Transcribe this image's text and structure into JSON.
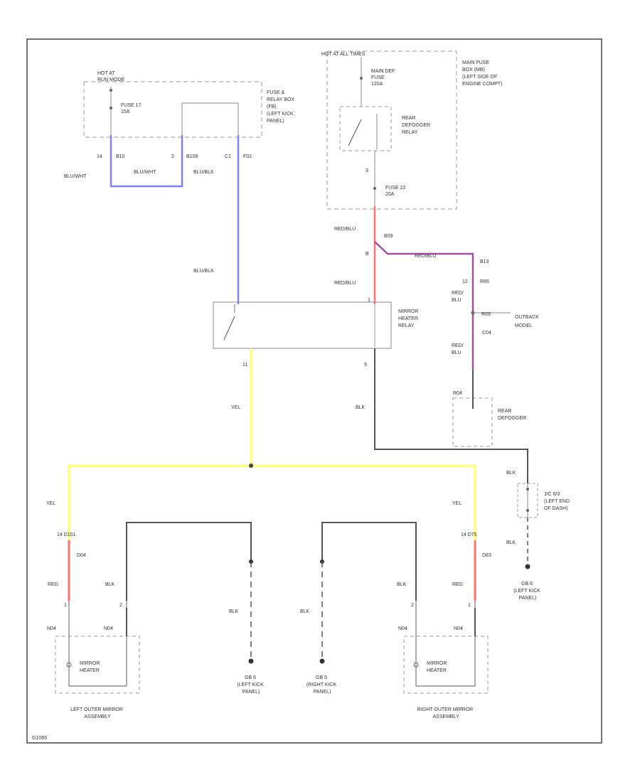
{
  "labels": {
    "hot_at_run": [
      "HOT AT",
      "RUN MODE"
    ],
    "fuse17": [
      "FUSE 17",
      "15A"
    ],
    "fuse_relay_box": [
      "FUSE &",
      "RELAY BOX",
      "(FB)",
      "(LEFT KICK",
      "PANEL)"
    ],
    "pin_14_b10": [
      "14",
      "B10"
    ],
    "pin_2_b108": [
      "2",
      "B108"
    ],
    "pin_c1_f02": [
      "C1",
      "F02"
    ],
    "wire_blu_wht_1": "BLU/WHT",
    "wire_blu_wht_2": "BLU/WHT",
    "wire_blu_blk_1": "BLU/BLK",
    "wire_blu_blk_2": "BLU/BLK",
    "hot_at_all_times": "HOT AT ALL TIMES",
    "main_def_fuse": [
      "MAIN DEF",
      "FUSE",
      "120A"
    ],
    "rear_defogger_relay": [
      "REAR",
      "DEFOGGER",
      "RELAY"
    ],
    "fuse22": [
      "FUSE 22",
      "20A"
    ],
    "main_fuse_box": [
      "MAIN FUSE",
      "BOX (MB)",
      "(LEFT SIDE OF",
      "ENGINE COMPT)"
    ],
    "pin_3": "3",
    "wire_red_blu_1": "RED/BLU",
    "wire_red_blu_2": "RED/BLU",
    "wire_red_blu_3": "RED/BLU",
    "wire_red_blu_4": [
      "RED/",
      "BLU"
    ],
    "wire_red_blu_5": [
      "RED/",
      "BLU"
    ],
    "conn_b09": "B09",
    "conn_b": "B",
    "conn_b13": "B13",
    "conn_b_r86": [
      "12",
      "R86"
    ],
    "conn_r09": "R09",
    "conn_c04": "C04",
    "outback_model": [
      "OUTBACK",
      "MODEL"
    ],
    "mirror_heater_relay": [
      "MIRROR",
      "HEATER",
      "RELAY"
    ],
    "pin_11": "11",
    "pin_5": "5",
    "wire_yel_1": "YEL",
    "wire_blk_1": "BLK",
    "rear_defogger": [
      "REAR",
      "DEFOGGER"
    ],
    "conn_r04": "R04",
    "wire_yel_left": "YEL",
    "wire_yel_right": "YEL",
    "conn_left_14": "14 D101",
    "conn_d04": "D04",
    "wire_red_left": "RED",
    "wire_blk_left": "BLK",
    "conn_right_14": "14 D75",
    "conn_d83": "D83",
    "wire_red_right": "RED",
    "wire_blk_right": "BLK",
    "wire_blk_center_1": "BLK",
    "wire_blk_center_2": "BLK",
    "joint_connector": [
      "J/C 6/3",
      "(LEFT END",
      "OF DASH)"
    ],
    "wire_blk_jc1": "BLK",
    "wire_blk_jc2": "BLK",
    "ground_left_kick_1": [
      "GB 6",
      "(LEFT KICK",
      "PANEL)"
    ],
    "ground_left_kick_2": [
      "GB 6",
      "(LEFT KICK",
      "PANEL)"
    ],
    "ground_right_kick": [
      "GB 5",
      "(RIGHT KICK",
      "PANEL)"
    ],
    "conn_n04_1": "N04",
    "conn_n04_2": "N04",
    "conn_n04_3": "N04",
    "conn_n04_4": "N04",
    "mirror_heater_left": [
      "MIRROR",
      "HEATER"
    ],
    "mirror_heater_right": [
      "MIRROR",
      "HEATER"
    ],
    "left_outer_mirror": [
      "LEFT OUTER MIRROR",
      "ASSEMBLY"
    ],
    "right_outer_mirror": [
      "RIGHT OUTER MIRROR",
      "ASSEMBLY"
    ],
    "pin_left_1": "1",
    "pin_left_2": "2",
    "pin_right_2": "2",
    "pin_right_1": "1",
    "pin_1_relay": "1",
    "footer_code": "G1065"
  },
  "colors": {
    "blue_wire": "#8080ff",
    "red_wire": "#ff7070",
    "purple_wire": "#a050a0",
    "yellow_wire": "#ffff66",
    "black_wire": "#444444",
    "frame": "#444444"
  }
}
